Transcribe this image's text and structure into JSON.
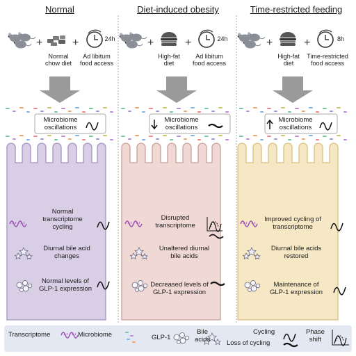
{
  "columns": [
    {
      "title": "Normal",
      "item1": "Normal\nchow diet",
      "item2": "Ad libitum\nfood access",
      "clock": "24h",
      "microbiome": "Microbiome\noscillations",
      "features": [
        "Normal\ntranscriptome\ncycling",
        "Diurnal bile acid\nchanges",
        "Normal levels of\nGLP-1 expression"
      ]
    },
    {
      "title": "Diet-induced obesity",
      "item1": "High-fat\ndiet",
      "item2": "Ad libitum\nfood access",
      "clock": "24h",
      "microbiome": "Microbiome\noscillations",
      "features": [
        "Disrupted\ntranscriptome",
        "Unaltered diurnal\nbile acids",
        "Decreased levels of\nGLP-1 expression"
      ]
    },
    {
      "title": "Time-restricted feeding",
      "item1": "High-fat\ndiet",
      "item2": "Time-restricted\nfood access",
      "clock": "8h",
      "microbiome": "Microbiome\noscillations",
      "features": [
        "Improved cycling of\ntranscriptome",
        "Diurnal bile acids\nrestored",
        "Maintenance of\nGLP-1 expression"
      ]
    }
  ],
  "legend": {
    "transcriptome": "Transcriptome",
    "microbiome": "Microbiome",
    "glp1": "GLP-1",
    "bile": "Bile\nacids",
    "cycling": "Cycling",
    "loss": "Loss of cycling",
    "phase": "Phase\nshift"
  },
  "colors": {
    "normal_cells": "#d8cfe6",
    "obesity_cells": "#f0d8d4",
    "trf_cells": "#f6e8c4",
    "arrow": "#9a9a9a",
    "legend_bg": "#e4e8f2"
  }
}
